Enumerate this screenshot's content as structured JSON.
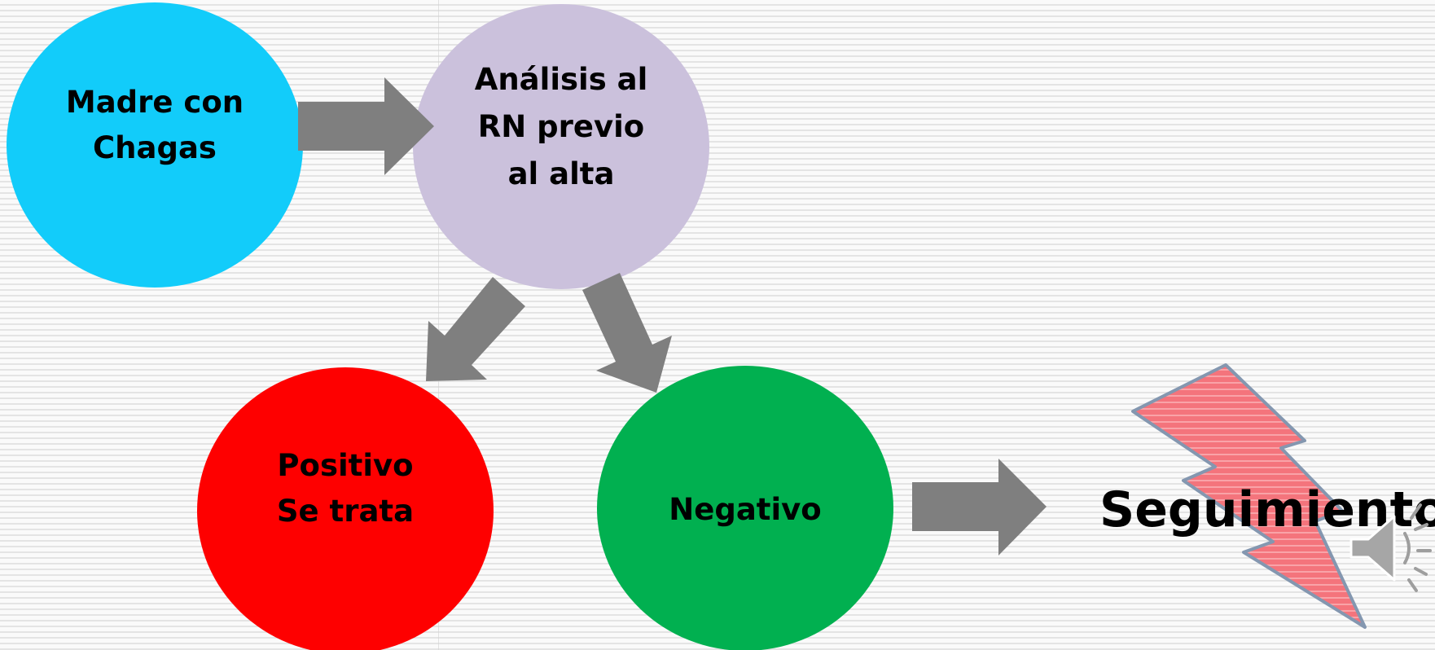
{
  "nodes": {
    "mother": {
      "line1": "Madre con",
      "line2": "Chagas",
      "color": "#12ccfa"
    },
    "analysis": {
      "line1": "Análisis al",
      "line2": "RN previo",
      "line3": "al alta",
      "color": "#cbc1dc"
    },
    "positive": {
      "line1": "Positivo",
      "line2": "Se trata",
      "color": "#fe0000"
    },
    "negative": {
      "line1": "Negativo",
      "color": "#01b050"
    }
  },
  "outcome": {
    "label": "Seguimiento"
  },
  "colors": {
    "arrow": "#7f7f7f",
    "lightning_fill": "#f4747c",
    "lightning_stroke": "#8497b0",
    "speaker": "#a6a6a6"
  },
  "icons": {
    "lightning": "lightning-bolt-icon",
    "speaker": "speaker-icon"
  }
}
